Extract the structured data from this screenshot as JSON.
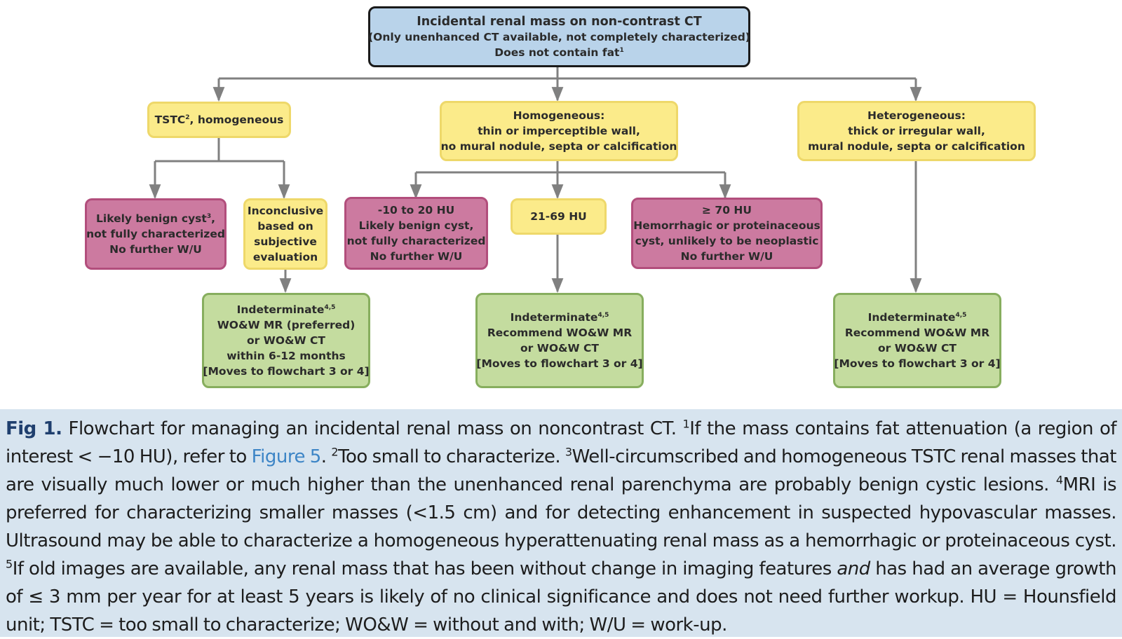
{
  "nodes": {
    "root": {
      "title": "Incidental renal mass on non-contrast CT",
      "line2": "(Only unenhanced CT available, not completely characterized)",
      "line3": "Does not contain fat",
      "line3_sup": "1"
    },
    "tstc": {
      "text": "TSTC",
      "sup": "2",
      "text_after": ", homogeneous"
    },
    "homogeneous": {
      "line1": "Homogeneous:",
      "line2": "thin or imperceptible wall,",
      "line3": "no mural nodule, septa or calcification"
    },
    "heterogeneous": {
      "line1": "Heterogeneous:",
      "line2": "thick or irregular wall,",
      "line3": "mural nodule, septa or calcification"
    },
    "likely_benign": {
      "line1": "Likely benign cyst",
      "line1_sup": "3",
      "line1_after": ",",
      "line2": "not fully characterized",
      "line3": "No further W/U"
    },
    "inconclusive": {
      "line1": "Inconclusive",
      "line2": "based on",
      "line3": "subjective",
      "line4": "evaluation"
    },
    "hu_low": {
      "line1": "-10 to 20 HU",
      "line2": "Likely benign cyst,",
      "line3": "not fully characterized",
      "line4": "No further W/U"
    },
    "hu_mid": {
      "line1": "21-69 HU"
    },
    "hu_high": {
      "line1": "≥ 70 HU",
      "line2": "Hemorrhagic or proteinaceous",
      "line3": "cyst, unlikely to be neoplastic",
      "line4": "No further W/U"
    },
    "indet_left": {
      "line1": "Indeterminate",
      "line1_sup": "4,5",
      "line2": "WO&W MR (preferred)",
      "line3": "or WO&W CT",
      "line4": "within 6-12 months",
      "line5": "[Moves to flowchart 3 or 4]"
    },
    "indet_mid": {
      "line1": "Indeterminate",
      "line1_sup": "4,5",
      "line2": "Recommend WO&W MR",
      "line3": "or WO&W CT",
      "line4": "[Moves to flowchart 3 or 4]"
    },
    "indet_right": {
      "line1": "Indeterminate",
      "line1_sup": "4,5",
      "line2": "Recommend WO&W MR",
      "line3": "or WO&W CT",
      "line4": "[Moves to flowchart 3 or 4]"
    }
  },
  "caption": {
    "fig_label": "Fig 1.",
    "t1": " Flowchart for managing an incidental renal mass on noncontrast CT. ",
    "s1": "1",
    "t2": "If the mass contains fat attenuation (a region of interest < −10 HU), refer to ",
    "link": "Figure 5",
    "t3": ". ",
    "s2": "2",
    "t4": "Too small to characterize. ",
    "s3": "3",
    "t5": "Well-circumscribed and homogeneous TSTC renal masses that are visually much lower or much higher than the unenhanced renal parenchyma are probably benign cystic lesions. ",
    "s4": "4",
    "t6": "MRI is preferred for characterizing smaller masses (<1.5 cm) and for detecting enhancement in suspected hypovascular masses. Ultrasound may be able to characterize a homogeneous hyperattenuating renal mass as a hemorrhagic or proteinaceous cyst. ",
    "s5": "5",
    "t7": "If old images are available, any renal mass that has been without change in imaging features ",
    "em": "and",
    "t8": " has had an average growth of ≤ 3 mm per year for at least 5 years is likely of no clinical significance and does not need further workup. HU = Hounsfield unit; TSTC = too small to characterize; WO&W = without and with; W/U = work-up."
  },
  "colors": {
    "root_fill": "#b9d3ea",
    "yellow_fill": "#fbeb8a",
    "pink_fill": "#cc7aa0",
    "green_fill": "#c4dc9f",
    "caption_bg": "#d7e4ef",
    "connector": "#808080",
    "link": "#3d85c6"
  }
}
